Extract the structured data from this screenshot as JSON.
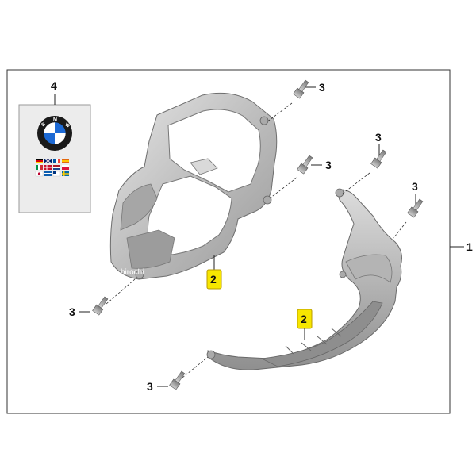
{
  "callouts": {
    "main_assembly": "1",
    "part_upper": "2",
    "part_lower": "2",
    "bolt_a": "3",
    "bolt_b": "3",
    "bolt_c": "3",
    "bolt_d": "3",
    "bolt_e": "3",
    "bolt_f": "3",
    "manual": "4"
  },
  "logo": {
    "brand_letters": "BMW",
    "colors": {
      "blue": "#1c69d4",
      "white": "#ffffff",
      "ring": "#1a1a1a"
    }
  },
  "watermark": "hirochi",
  "colors": {
    "frame_border": "#333333",
    "highlight": "#f7e600",
    "part_silver": "#c8c8c8"
  }
}
